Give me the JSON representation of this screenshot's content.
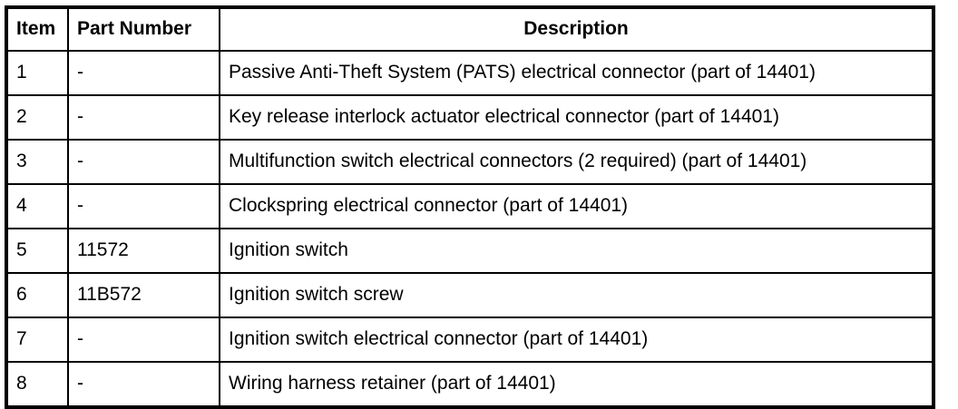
{
  "table": {
    "columns": [
      {
        "key": "item",
        "label": "Item",
        "align": "left"
      },
      {
        "key": "part_number",
        "label": "Part Number",
        "align": "left"
      },
      {
        "key": "description",
        "label": "Description",
        "align": "center"
      }
    ],
    "rows": [
      {
        "item": "1",
        "part_number": "-",
        "description": "Passive Anti-Theft System (PATS) electrical connector (part of 14401)"
      },
      {
        "item": "2",
        "part_number": "-",
        "description": "Key release interlock actuator electrical connector (part of 14401)"
      },
      {
        "item": "3",
        "part_number": "-",
        "description": "Multifunction switch electrical connectors (2 required) (part of 14401)"
      },
      {
        "item": "4",
        "part_number": "-",
        "description": "Clockspring electrical connector (part of 14401)"
      },
      {
        "item": "5",
        "part_number": "11572",
        "description": "Ignition switch"
      },
      {
        "item": "6",
        "part_number": "11B572",
        "description": "Ignition switch screw"
      },
      {
        "item": "7",
        "part_number": "-",
        "description": "Ignition switch electrical connector (part of 14401)"
      },
      {
        "item": "8",
        "part_number": "-",
        "description": "Wiring harness retainer (part of 14401)"
      }
    ]
  },
  "colors": {
    "border": "#000000",
    "text": "#000000",
    "background": "#ffffff"
  }
}
